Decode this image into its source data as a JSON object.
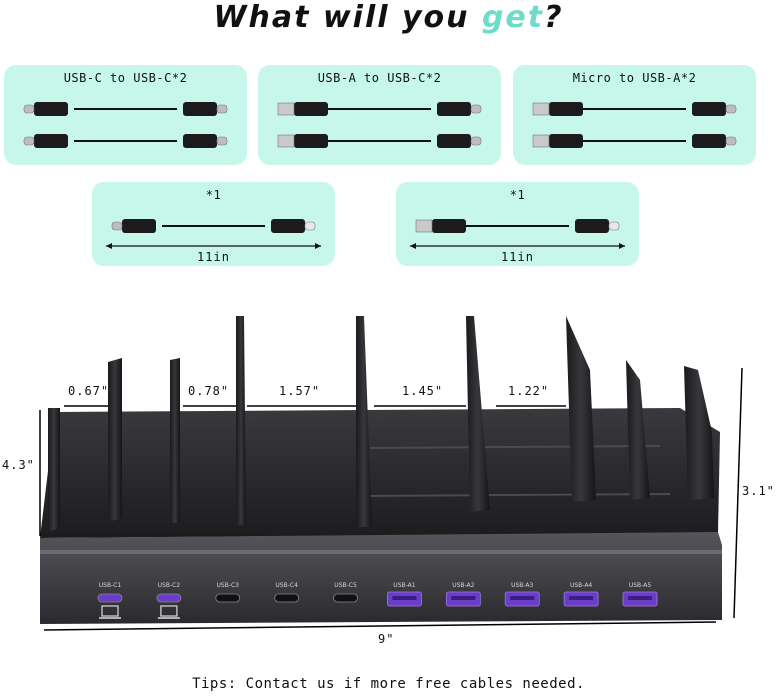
{
  "header": {
    "title_prefix": "What will you ",
    "title_accent": "get",
    "title_suffix": "?"
  },
  "cards": [
    {
      "label": "USB-C to USB-C*2",
      "cable": "usb-c-to-usb-c",
      "count": 2
    },
    {
      "label": "USB-A to USB-C*2",
      "cable": "usb-a-to-usb-c",
      "count": 2
    },
    {
      "label": "Micro to USB-A*2",
      "cable": "usb-a-to-micro",
      "count": 2
    },
    {
      "label": "*1",
      "cable": "usb-c-to-lightning",
      "count": 1,
      "length": "11in"
    },
    {
      "label": "*1",
      "cable": "usb-a-to-lightning",
      "count": 1,
      "length": "11in"
    }
  ],
  "product": {
    "slot_gaps": [
      "0.67\"",
      "0.78\"",
      "1.57\"",
      "1.45\"",
      "1.22\""
    ],
    "depth": "4.3\"",
    "height": "3.1\"",
    "width": "9\"",
    "ports": [
      {
        "label": "USB-C1",
        "type": "usb-c",
        "highlight": true,
        "icon": "laptop-icon"
      },
      {
        "label": "USB-C2",
        "type": "usb-c",
        "highlight": true,
        "icon": "laptop-icon"
      },
      {
        "label": "USB-C3",
        "type": "usb-c",
        "highlight": false
      },
      {
        "label": "USB-C4",
        "type": "usb-c",
        "highlight": false
      },
      {
        "label": "USB-C5",
        "type": "usb-c",
        "highlight": false
      },
      {
        "label": "USB-A1",
        "type": "usb-a",
        "highlight": true
      },
      {
        "label": "USB-A2",
        "type": "usb-a",
        "highlight": true
      },
      {
        "label": "USB-A3",
        "type": "usb-a",
        "highlight": true
      },
      {
        "label": "USB-A4",
        "type": "usb-a",
        "highlight": true
      },
      {
        "label": "USB-A5",
        "type": "usb-a",
        "highlight": true
      }
    ],
    "colors": {
      "body": "#2b2b2e",
      "port_accent": "#6a3cc8",
      "card_bg": "#c7f6ea",
      "title_accent": "#6fdcc9"
    }
  },
  "footer": {
    "tips": "Tips: Contact us if more free cables needed."
  }
}
